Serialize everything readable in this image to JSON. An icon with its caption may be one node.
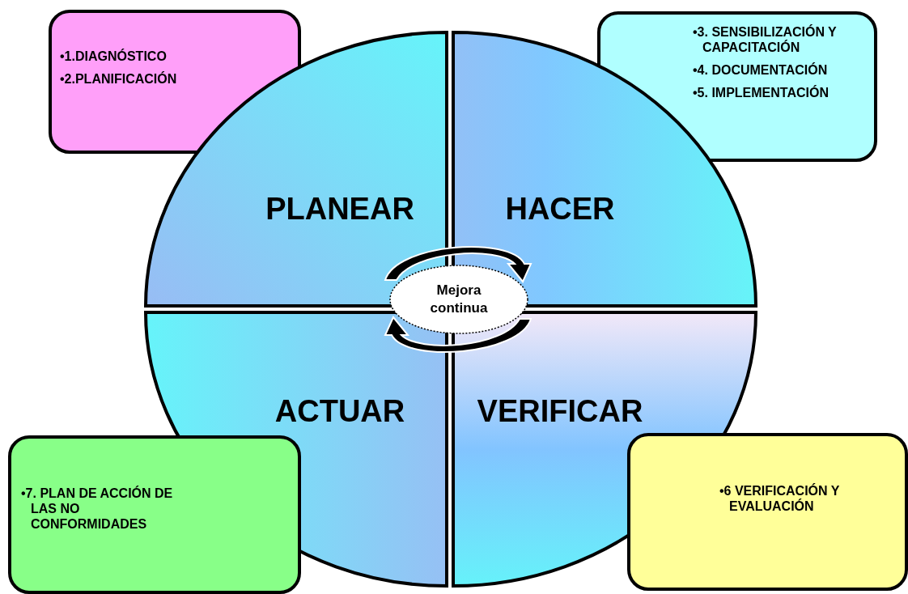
{
  "diagram": {
    "nodes": [
      {
        "text": [
          "•1.DIAGNÓSTICO",
          "•2.PLANIFICACIÓN"
        ]
      },
      {
        "text": [
          "•3. SENSIBILIZACIÓN Y CAPACITACIÓN",
          "•4. DOCUMENTACIÓN",
          "•5. IMPLEMENTACIÓN"
        ]
      },
      {
        "text": [
          "PLANEAR"
        ]
      },
      {
        "text": [
          "HACER"
        ]
      },
      {
        "text": [
          "Mejora continua"
        ]
      },
      {
        "text": [
          "ACTUAR"
        ]
      },
      {
        "text": [
          "VERIFICAR"
        ]
      },
      {
        "text": [
          "•7. PLAN DE ACCIÓN DE LAS NO CONFORMIDADES"
        ]
      },
      {
        "text": [
          "•6 VERIFICACIÓN Y EVALUACIÓN"
        ]
      }
    ]
  }
}
